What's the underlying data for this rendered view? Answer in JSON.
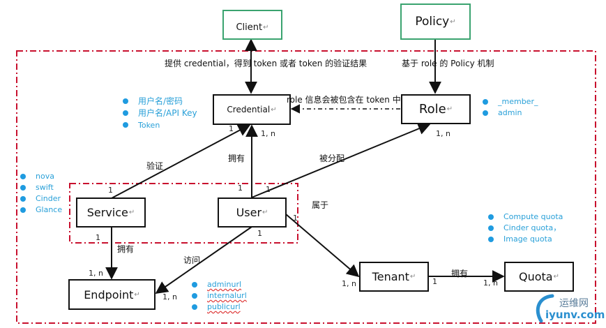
{
  "diagram": {
    "colors": {
      "box_border": "#111111",
      "external_box_border": "#3aa36f",
      "boundary_dash": "#c8102e",
      "bullet": "#1f9be0",
      "bullet_text": "#29a0d8"
    },
    "nodes": {
      "client": "Client",
      "policy": "Policy",
      "credential": "Credential",
      "role": "Role",
      "service": "Service",
      "user": "User",
      "endpoint": "Endpoint",
      "tenant": "Tenant",
      "quota": "Quota"
    },
    "edge_labels": {
      "client_credential": "提供 credential，得到 token 或者 token 的验证结果",
      "policy_role": "基于  role  的 Policy 机制",
      "role_credential": "role 信息会被包含在 token 中",
      "service_credential": "验证",
      "user_credential": "拥有",
      "user_role": "被分配",
      "user_tenant": "属于",
      "service_endpoint": "拥有",
      "user_endpoint": "访问",
      "tenant_quota": "拥有"
    },
    "cardinalities": {
      "credential_service_end": "1",
      "credential_user_end": "1, n",
      "role_user_end": "1, n",
      "service_credential_end": "1",
      "user_credential_end": "1",
      "user_role_end": "1",
      "user_tenant_end": "1",
      "service_endpoint_end": "1",
      "user_endpoint_end": "1",
      "endpoint_from_service": "1, n",
      "endpoint_from_user": "1, n",
      "tenant_from_user": "1, n",
      "tenant_quota_end": "1",
      "quota_from_tenant": "1, n"
    },
    "lists": {
      "credential_types": [
        "用户名/密码",
        "用户名/API Key",
        "Token"
      ],
      "roles": [
        "_member_",
        "admin"
      ],
      "services": [
        "nova",
        "swift",
        "Cinder",
        "Glance"
      ],
      "quotas": [
        "Compute quota",
        "Cinder quota，",
        "Image quota"
      ],
      "endpoint_urls": [
        "adminurl",
        "internalurl",
        "publicurl"
      ]
    },
    "return_mark": "↵"
  },
  "watermark": {
    "cn": "运维网",
    "en": "iyunv.com"
  }
}
